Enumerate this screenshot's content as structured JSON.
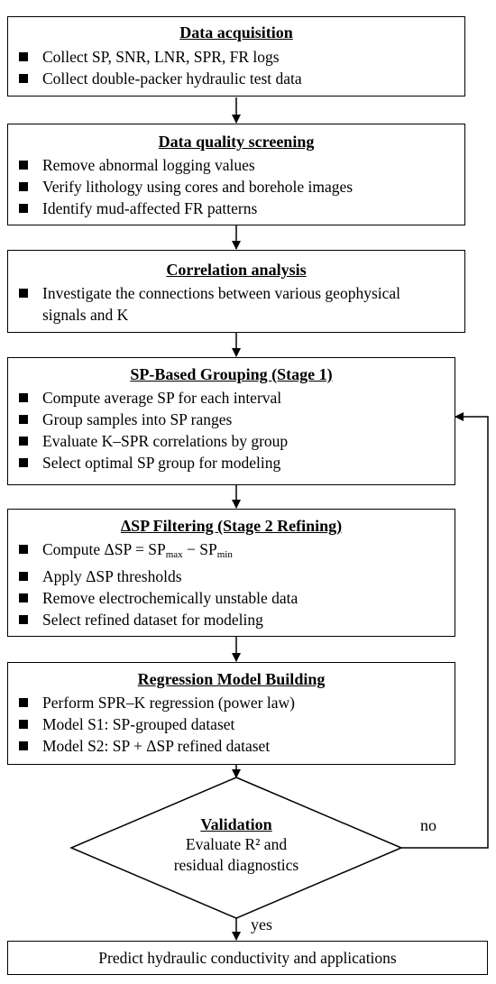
{
  "steps": [
    {
      "title": "Data acquisition",
      "items": [
        "Collect SP, SNR, LNR, SPR, FR logs",
        "Collect double-packer hydraulic test data"
      ]
    },
    {
      "title": "Data quality screening",
      "items": [
        "Remove abnormal logging values",
        "Verify lithology using cores and borehole images",
        "Identify mud-affected FR patterns"
      ]
    },
    {
      "title": "Correlation analysis",
      "items": [
        "Investigate  the connections between various geophysical signals and K"
      ]
    },
    {
      "title": "SP-Based Grouping (Stage 1)",
      "items": [
        "Compute average SP for each interval",
        "Group samples into SP ranges",
        "Evaluate K–SPR correlations by group",
        "Select optimal SP group for modeling"
      ]
    },
    {
      "title": "ΔSP Filtering (Stage 2 Refining)",
      "items": [
        "Compute ΔSP = SP",
        "Apply ΔSP thresholds",
        "Remove electrochemically unstable data",
        "Select refined dataset for modeling"
      ],
      "formula": {
        "sub_max": "max",
        "minus": " − SP",
        "sub_min": "min"
      }
    },
    {
      "title": "Regression Model Building",
      "items": [
        "Perform SPR–K regression (power law)",
        "Model S1: SP-grouped dataset",
        "Model S2: SP + ΔSP refined dataset"
      ]
    }
  ],
  "decision": {
    "title": "Validation",
    "line1": "Evaluate R² and",
    "line2": "residual diagnostics",
    "yes_label": "yes",
    "no_label": "no"
  },
  "final": {
    "text": "Predict hydraulic conductivity and applications"
  }
}
